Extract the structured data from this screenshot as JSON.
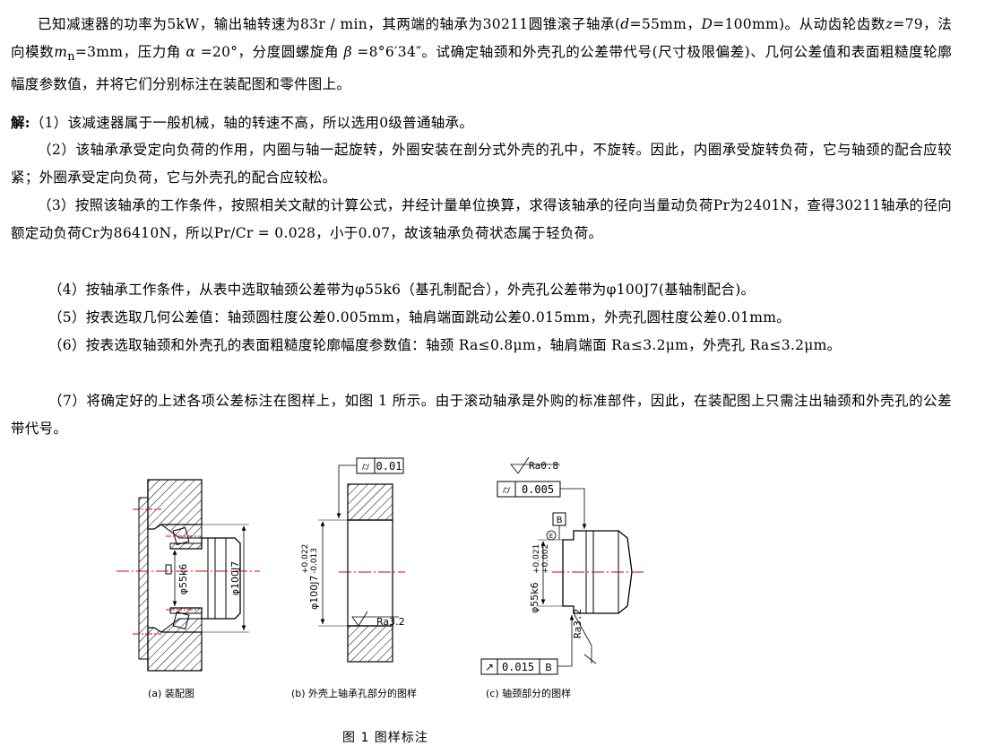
{
  "problem": {
    "line1": "已知减速器的功率为5kW，输出轴转速为83r / min，其两端的轴承为30211圆锥滚子轴承(d=55mm，D=100mm)。",
    "line2": "从动齿轮齿数z=79，法向模数mn=3mm，压力角α=20°，分度圆螺旋角β=8°6′34″。试确定轴颈和外壳孔的公差带代",
    "line3": "号(尺寸极限偏差)、几何公差值和表面粗糙度轮廓幅度参数值，并将它们分别标注在装配图和零件图上。"
  },
  "solution": {
    "label": "解:",
    "s1": "（1）该减速器属于一般机械，轴的转速不高，所以选用0级普通轴承。",
    "s2": "（2）该轴承承受定向负荷的作用，内圈与轴一起旋转，外圈安装在剖分式外壳的孔中，不旋转。因此，内圈承受旋转负荷，它与轴颈的配合应较紧；外圈承受定向负荷，它与外壳孔的配合应较松。",
    "s3": "（3）按照该轴承的工作条件，按照相关文献的计算公式，并经计量单位换算，求得该轴承的径向当量动负荷Pr为2401N，查得30211轴承的径向额定动负荷Cr为86410N，所以Pr/Cr = 0.028，小于0.07，故该轴承负荷状态属于轻负荷。",
    "s4": "（4）按轴承工作条件，从表中选取轴颈公差带为φ55k6（基孔制配合），外壳孔公差带为φ100J7(基轴制配合)。",
    "s5": "（5）按表选取几何公差值：轴颈圆柱度公差0.005mm，轴肩端面跳动公差0.015mm，外壳孔圆柱度公差0.01mm。",
    "s6": "（6）按表选取轴颈和外壳孔的表面粗糙度轮廓幅度参数值：轴颈 Ra≤0.8μm，轴肩端面 Ra≤3.2μm，外壳孔 Ra≤3.2μm。",
    "s7": "（7）将确定好的上述各项公差标注在图样上，如图 1 所示。由于滚动轴承是外购的标准部件，因此，在装配图上只需注出轴颈和外壳孔的公差带代号。"
  },
  "figure": {
    "a": {
      "dim_shaft": "φ55k6",
      "dim_housing": "φ100J7",
      "caption": "(a) 装配图"
    },
    "b": {
      "tol_value": "0.01",
      "dim_text": "φ100J7",
      "dev_upper": "+0.022",
      "dev_lower": "-0.013",
      "ra_text": "Ra3.2",
      "caption": "(b) 外壳上轴承孔部分的图样"
    },
    "c": {
      "ra_top": "Ra0.8",
      "tol_value": "0.005",
      "datum": "B",
      "dim_text": "φ55k6",
      "dev_upper": "+0.021",
      "dev_lower": "+0.002",
      "env": "E",
      "ra_side": "Ra3.2",
      "runout_value": "0.015",
      "runout_datum": "B",
      "caption": "(c) 轴颈部分的图样"
    },
    "title": "图 1  图样标注"
  }
}
